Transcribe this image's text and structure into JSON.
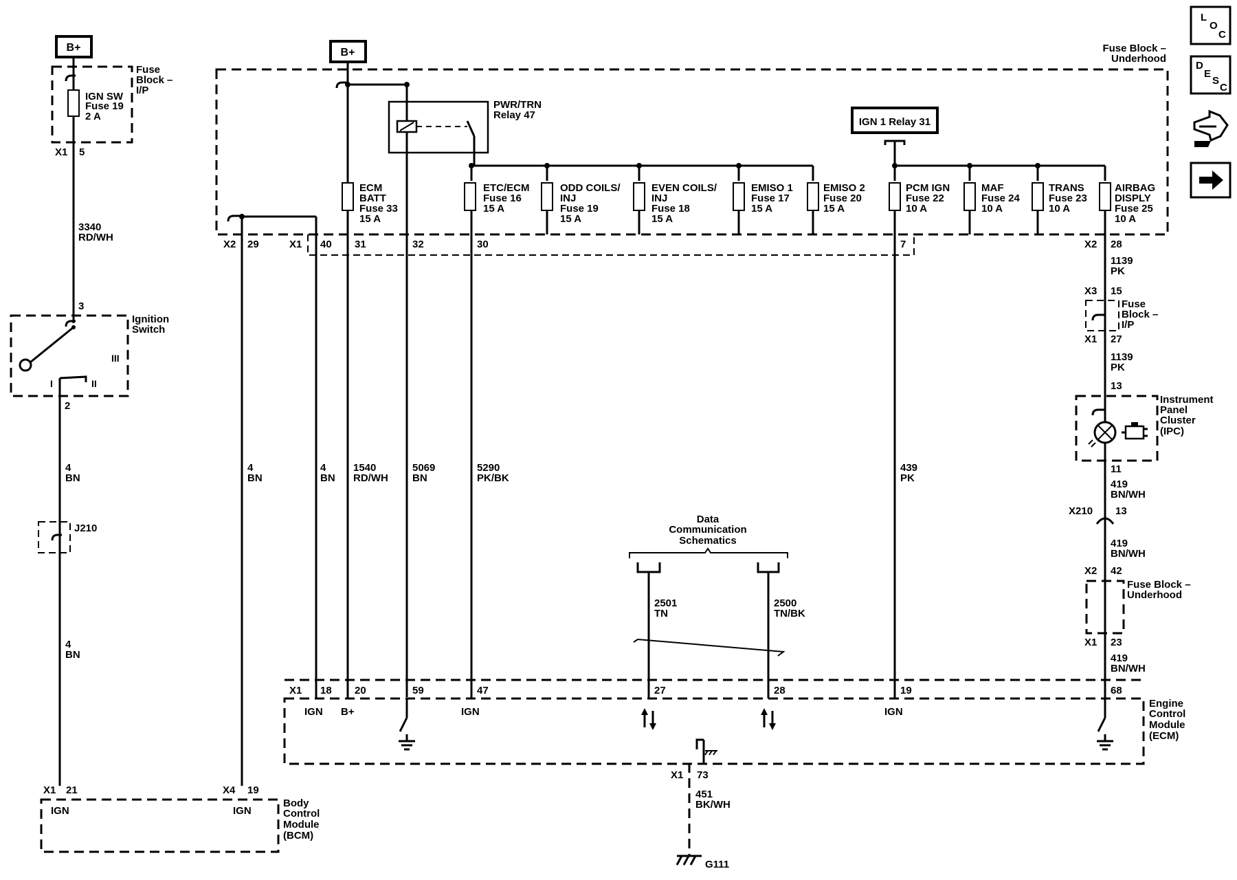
{
  "nav": {
    "loc": [
      "L",
      "O",
      "C"
    ],
    "desc": [
      "D",
      "E",
      "S",
      "C"
    ]
  },
  "supply": {
    "label": "B+"
  },
  "fuse_block_ip": {
    "name_lines": [
      "Fuse",
      "Block –",
      "I/P"
    ]
  },
  "fuse_block_underhood": {
    "name_lines": [
      "Fuse Block –",
      "Underhood"
    ]
  },
  "ign_sw_fuse": {
    "lines": [
      "IGN SW",
      "Fuse 19",
      "2 A"
    ]
  },
  "pwr_relay": {
    "lines": [
      "PWR/TRN",
      "Relay 47"
    ]
  },
  "ign1_relay": {
    "label": "IGN 1 Relay 31"
  },
  "fuses": [
    {
      "lines": [
        "ECM",
        "BATT",
        "Fuse 33",
        "15 A"
      ]
    },
    {
      "lines": [
        "ETC/ECM",
        "Fuse 16",
        "15 A"
      ]
    },
    {
      "lines": [
        "ODD COILS/",
        "INJ",
        "Fuse 19",
        "15 A"
      ]
    },
    {
      "lines": [
        "EVEN COILS/",
        "INJ",
        "Fuse 18",
        "15 A"
      ]
    },
    {
      "lines": [
        "EMISO 1",
        "Fuse 17",
        "15 A"
      ]
    },
    {
      "lines": [
        "EMISO 2",
        "Fuse 20",
        "15 A"
      ]
    },
    {
      "lines": [
        "PCM IGN",
        "Fuse 22",
        "10 A"
      ]
    },
    {
      "lines": [
        "MAF",
        "Fuse 24",
        "10 A"
      ]
    },
    {
      "lines": [
        "TRANS",
        "Fuse 23",
        "10 A"
      ]
    },
    {
      "lines": [
        "AIRBAG",
        "DISPLY",
        "Fuse 25",
        "10 A"
      ]
    }
  ],
  "connector_ids": {
    "x1": "X1",
    "x2": "X2",
    "x3": "X3",
    "x4": "X4",
    "x210": "X210",
    "j210": "J210",
    "g111": "G111"
  },
  "pins": {
    "ipfb_out": "5",
    "ign_in": "3",
    "ign_out": "2",
    "ufb_29": "29",
    "ufb_40": "40",
    "ufb_31": "31",
    "ufb_32": "32",
    "ufb_30": "30",
    "ufb_7": "7",
    "ufb_28": "28",
    "ipfb_15": "15",
    "ipfb_27": "27",
    "ipc_13": "13",
    "ipc_11": "11",
    "x210_13": "13",
    "ufb_42": "42",
    "ufb_23": "23",
    "ecm_18": "18",
    "ecm_20": "20",
    "ecm_59": "59",
    "ecm_47": "47",
    "ecm_27": "27",
    "ecm_28": "28",
    "ecm_19": "19",
    "ecm_68": "68",
    "ecm_73": "73",
    "bcm_21": "21",
    "bcm_19": "19"
  },
  "ignition_switch": {
    "name_lines": [
      "Ignition",
      "Switch"
    ],
    "positions": [
      "I",
      "II",
      "III"
    ]
  },
  "wires": {
    "w3340": [
      "3340",
      "RD/WH"
    ],
    "w4_left": [
      "4",
      "BN"
    ],
    "w4_left2": [
      "4",
      "BN"
    ],
    "w4_mid": [
      "4",
      "BN"
    ],
    "w4_mid2": [
      "4",
      "BN"
    ],
    "w1540": [
      "1540",
      "RD/WH"
    ],
    "w5069": [
      "5069",
      "BN"
    ],
    "w5290": [
      "5290",
      "PK/BK"
    ],
    "w2501": [
      "2501",
      "TN"
    ],
    "w2500": [
      "2500",
      "TN/BK"
    ],
    "w439": [
      "439",
      "PK"
    ],
    "w1139a": [
      "1139",
      "PK"
    ],
    "w1139b": [
      "1139",
      "PK"
    ],
    "w419a": [
      "419",
      "BN/WH"
    ],
    "w419b": [
      "419",
      "BN/WH"
    ],
    "w419c": [
      "419",
      "BN/WH"
    ],
    "w451": [
      "451",
      "BK/WH"
    ]
  },
  "data_comm": {
    "lines": [
      "Data",
      "Communication",
      "Schematics"
    ]
  },
  "ipc": {
    "name_lines": [
      "Instrument",
      "Panel",
      "Cluster",
      "(IPC)"
    ]
  },
  "ecm": {
    "name_lines": [
      "Engine",
      "Control",
      "Module",
      "(ECM)"
    ],
    "pin_labels": {
      "p18": "IGN",
      "p20": "B+",
      "p47": "IGN",
      "p19": "IGN"
    }
  },
  "bcm": {
    "name_lines": [
      "Body",
      "Control",
      "Module",
      "(BCM)"
    ],
    "pin_labels": {
      "p21": "IGN",
      "p19": "IGN"
    }
  }
}
